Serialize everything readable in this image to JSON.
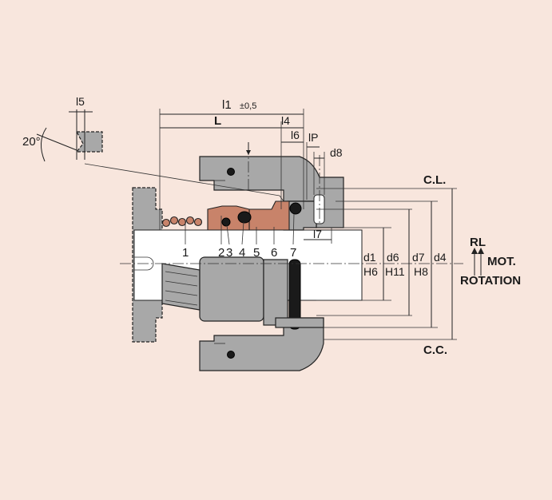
{
  "labels": {
    "angle": "20°",
    "l5": "l5",
    "l1": "l1",
    "l1_tol": "±0,5",
    "L": "L",
    "l4": "l4",
    "l6": "l6",
    "lP": "lP",
    "d8": "d8",
    "l7": "l7",
    "cl": "C.L.",
    "cc": "C.C.",
    "rl": "RL",
    "mot": "MOT.",
    "rotation": "ROTATION"
  },
  "parts": [
    "1",
    "2",
    "3",
    "4",
    "5",
    "6",
    "7"
  ],
  "diameters": [
    {
      "name": "d1",
      "tol": "H6"
    },
    {
      "name": "d6",
      "tol": "H11"
    },
    {
      "name": "d7",
      "tol": "H8"
    },
    {
      "name": "d4",
      "tol": ""
    }
  ],
  "colors": {
    "background": "#f8e6dd",
    "metal": "#a8a8a8",
    "seal_face": "#c8836a",
    "shaft": "#ffffff",
    "o_ring": "#1a1a1a"
  }
}
